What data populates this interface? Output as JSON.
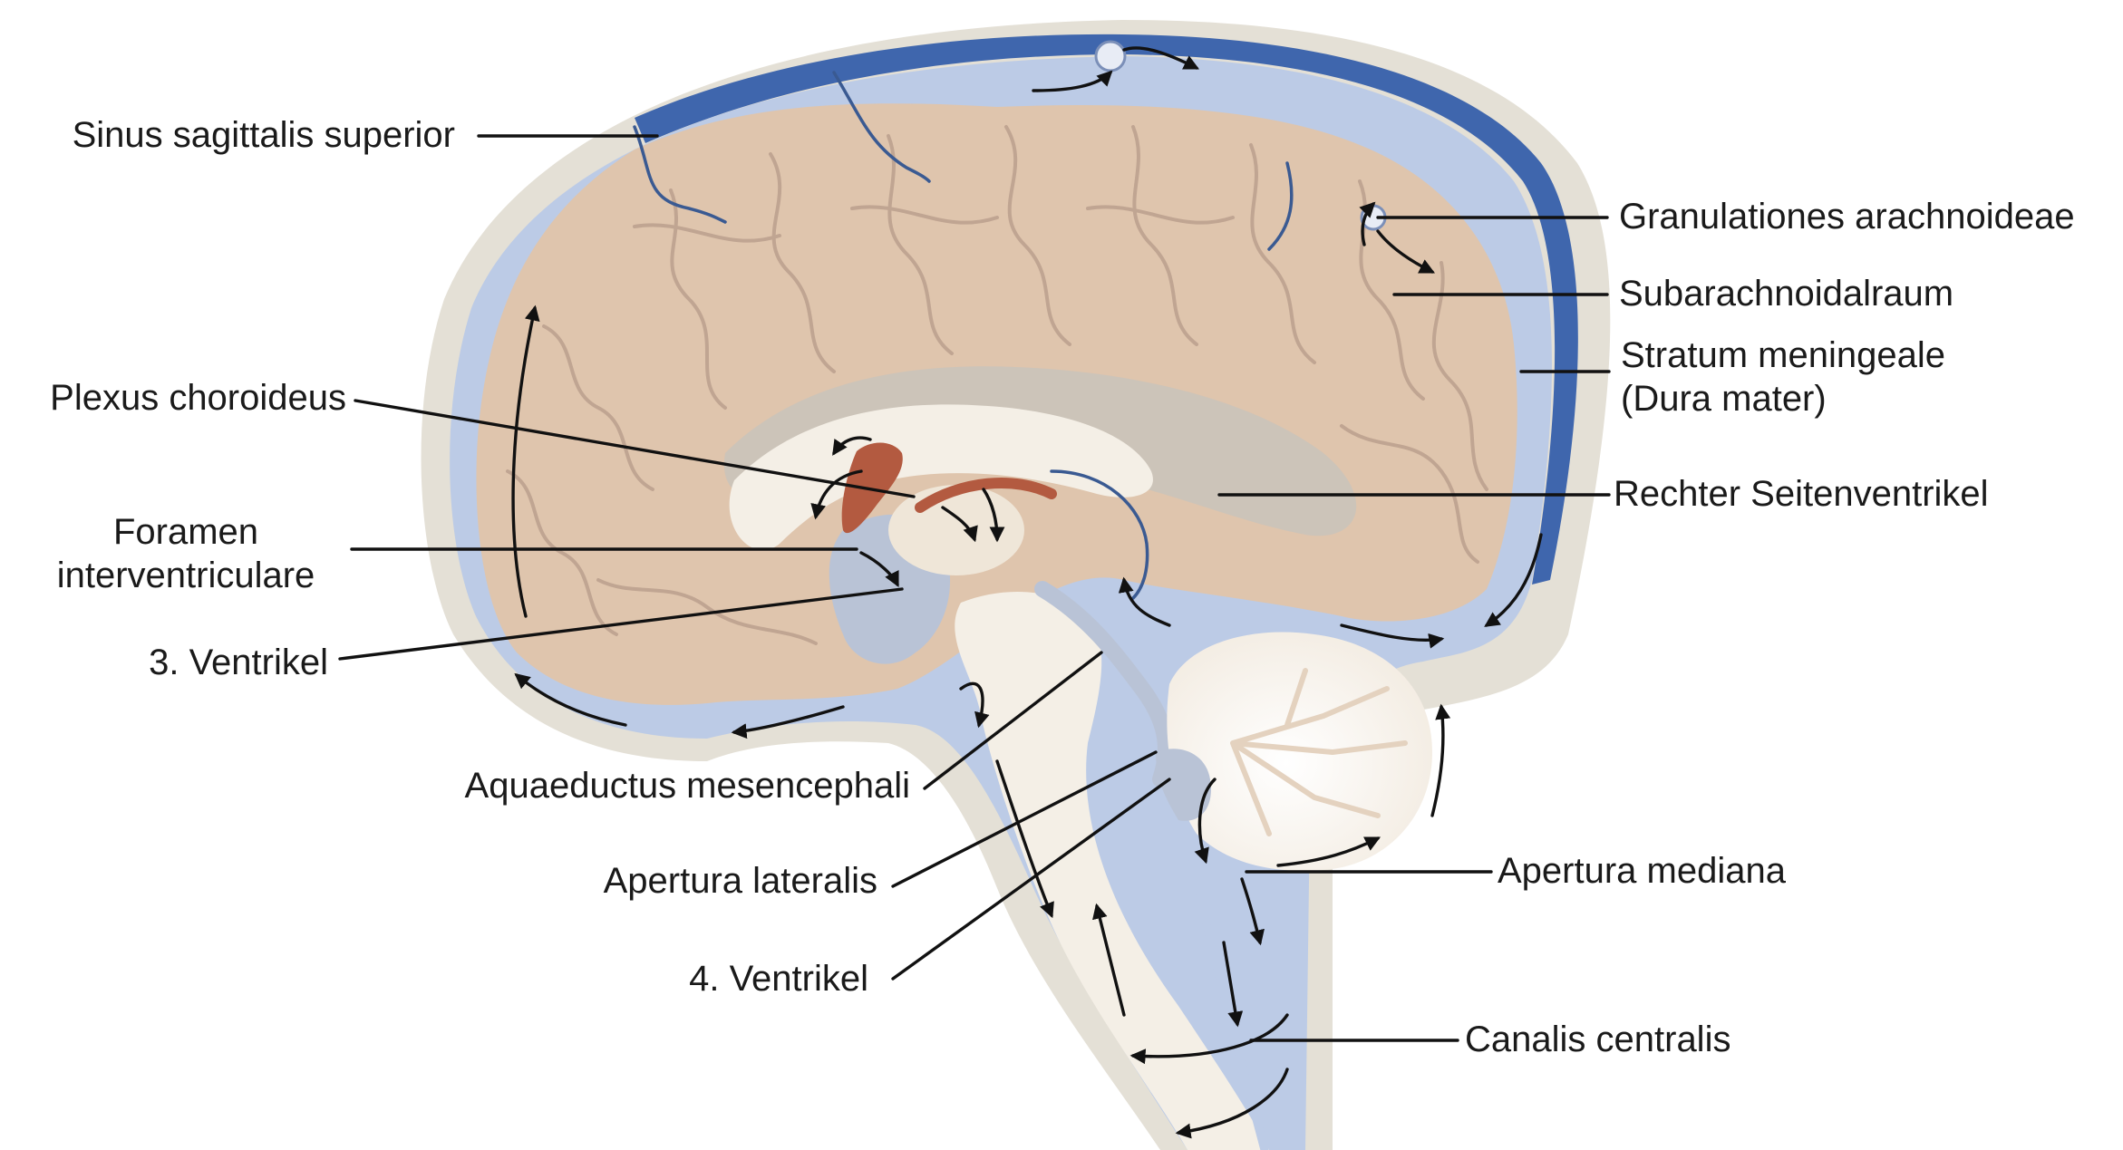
{
  "labels": {
    "sinus_sagittalis": "Sinus sagittalis superior",
    "plexus_choroideus": "Plexus choroideus",
    "foramen_line1": "Foramen",
    "foramen_line2": "interventriculare",
    "ventrikel3": "3. Ventrikel",
    "aquaeductus": "Aquaeductus mesencephali",
    "apertura_lateralis": "Apertura lateralis",
    "ventrikel4": "4. Ventrikel",
    "granulationes": "Granulationes arachnoideae",
    "subarachnoidalraum": "Subarachnoidalraum",
    "stratum_line1": "Stratum meningeale",
    "stratum_line2": "(Dura mater)",
    "rechter_seitenventrikel": "Rechter Seitenventrikel",
    "apertura_mediana": "Apertura mediana",
    "canalis_centralis": "Canalis centralis"
  },
  "colors": {
    "skull": "#e4e0d6",
    "dura_sinus": "#3f66ad",
    "csf": "#bccbe6",
    "brain": "#dfc5ad",
    "brain_fold": "#c0a592",
    "ventricle": "#f4efe6",
    "choroid_plexus": "#b35a40",
    "leader": "#111111"
  }
}
